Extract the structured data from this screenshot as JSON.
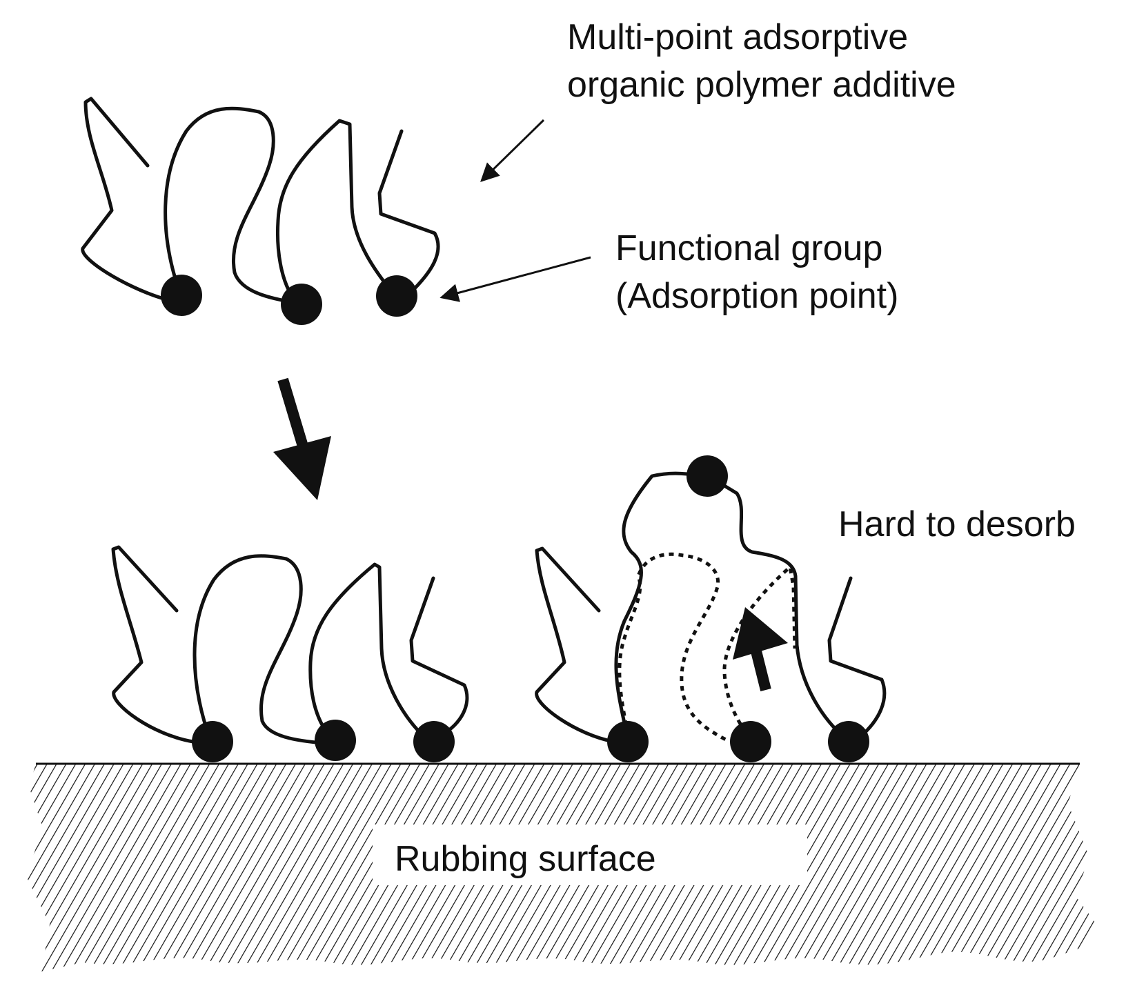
{
  "labels": {
    "polymer_additive_line1": "Multi-point adsorptive",
    "polymer_additive_line2": "organic polymer additive",
    "functional_group_line1": "Functional group",
    "functional_group_line2": "(Adsorption point)",
    "hard_to_desorb": "Hard to desorb",
    "rubbing_surface": "Rubbing surface"
  },
  "colors": {
    "ink": "#111111",
    "background": "#ffffff"
  }
}
